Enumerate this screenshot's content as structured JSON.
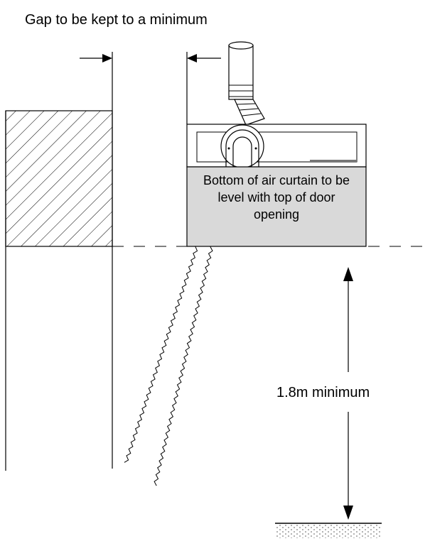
{
  "labels": {
    "gap_note": "Gap to be kept to a minimum",
    "unit_note": "Bottom of air curtain to be level with top of door opening",
    "height_note": "1.8m minimum"
  },
  "colors": {
    "line": "#000000",
    "unit_fill": "#d9d9d9",
    "floor_dots": "#555555"
  }
}
